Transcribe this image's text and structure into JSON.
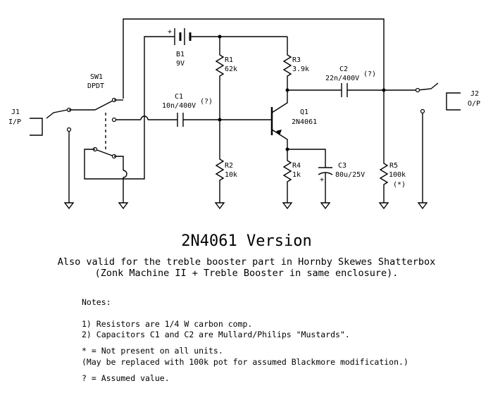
{
  "components": {
    "b1": {
      "ref": "B1",
      "value": "9V"
    },
    "sw1": {
      "ref": "SW1",
      "value": "DPDT"
    },
    "j1": {
      "ref": "J1",
      "value": "I/P"
    },
    "j2": {
      "ref": "J2",
      "value": "O/P"
    },
    "r1": {
      "ref": "R1",
      "value": "62k"
    },
    "r2": {
      "ref": "R2",
      "value": "10k"
    },
    "r3": {
      "ref": "R3",
      "value": "3.9k"
    },
    "r4": {
      "ref": "R4",
      "value": "1k"
    },
    "r5": {
      "ref": "R5",
      "value": "100k",
      "note": "(*)"
    },
    "c1": {
      "ref": "C1",
      "value": "10n/400V",
      "note": "(?)"
    },
    "c2": {
      "ref": "C2",
      "value": "22n/400V",
      "note": "(?)"
    },
    "c3": {
      "ref": "C3",
      "value": "80u/25V"
    },
    "q1": {
      "ref": "Q1",
      "value": "2N4061"
    }
  },
  "polarity": {
    "plus": "+"
  },
  "title": "2N4061 Version",
  "subtitle_1": "Also valid for the treble booster part in Hornby Skewes Shatterbox",
  "subtitle_2": "(Zonk Machine II + Treble Booster in same enclosure).",
  "notes": {
    "heading": "Notes:",
    "n1": "1) Resistors are 1/4 W carbon comp.",
    "n2": "2) Capacitors C1 and C2 are Mullard/Philips \"Mustards\".",
    "n3": "* = Not present on all units.",
    "n4": "(May be replaced with 100k pot for assumed Blackmore modification.)",
    "n5": "? = Assumed value."
  }
}
